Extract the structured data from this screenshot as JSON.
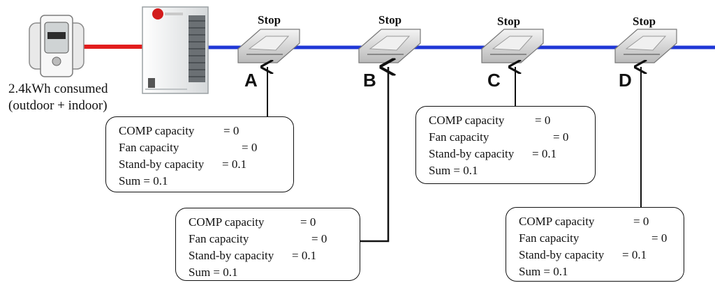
{
  "meter": {
    "caption_line1": "2.4kWh consumed",
    "caption_line2": "(outdoor + indoor)"
  },
  "colors": {
    "supply_line": "#e21d1d",
    "pipe_line": "#1f37d6"
  },
  "units": [
    {
      "id": "A",
      "status": "Stop",
      "letter": "A"
    },
    {
      "id": "B",
      "status": "Stop",
      "letter": "B"
    },
    {
      "id": "C",
      "status": "Stop",
      "letter": "C"
    },
    {
      "id": "D",
      "status": "Stop",
      "letter": "D"
    }
  ],
  "boxes": [
    {
      "unit": "A",
      "comp_label": "COMP capacity",
      "comp_value": "= 0",
      "fan_label": "Fan capacity",
      "fan_value": "= 0",
      "standby_label": "Stand-by capacity",
      "standby_value": "= 0.1",
      "sum": "Sum = 0.1"
    },
    {
      "unit": "B",
      "comp_label": "COMP capacity",
      "comp_value": "= 0",
      "fan_label": "Fan capacity",
      "fan_value": "= 0",
      "standby_label": "Stand-by capacity",
      "standby_value": "= 0.1",
      "sum": "Sum = 0.1"
    },
    {
      "unit": "C",
      "comp_label": "COMP capacity",
      "comp_value": "= 0",
      "fan_label": "Fan capacity",
      "fan_value": "= 0",
      "standby_label": "Stand-by capacity",
      "standby_value": "= 0.1",
      "sum": "Sum = 0.1"
    },
    {
      "unit": "D",
      "comp_label": "COMP capacity",
      "comp_value": "= 0",
      "fan_label": "Fan capacity",
      "fan_value": "= 0",
      "standby_label": "Stand-by capacity",
      "standby_value": "= 0.1",
      "sum": "Sum = 0.1"
    }
  ]
}
